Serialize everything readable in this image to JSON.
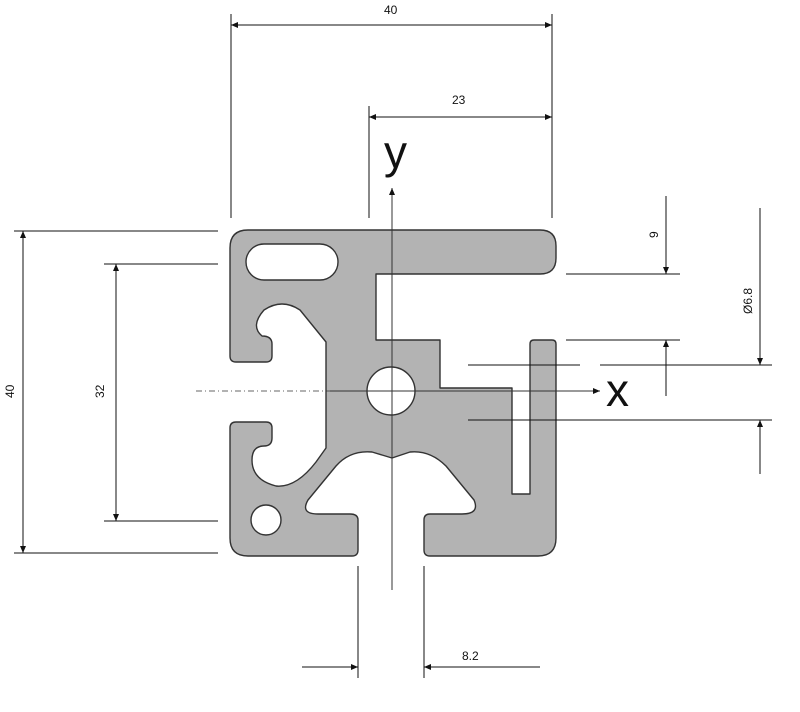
{
  "dimensions": {
    "overall_width": "40",
    "offset_width": "23",
    "overall_height": "40",
    "inner_height": "32",
    "slot_offset": "9",
    "bore_diameter": "Ø6.8",
    "slot_width": "8.2"
  },
  "axes": {
    "x_label": "x",
    "y_label": "y"
  }
}
